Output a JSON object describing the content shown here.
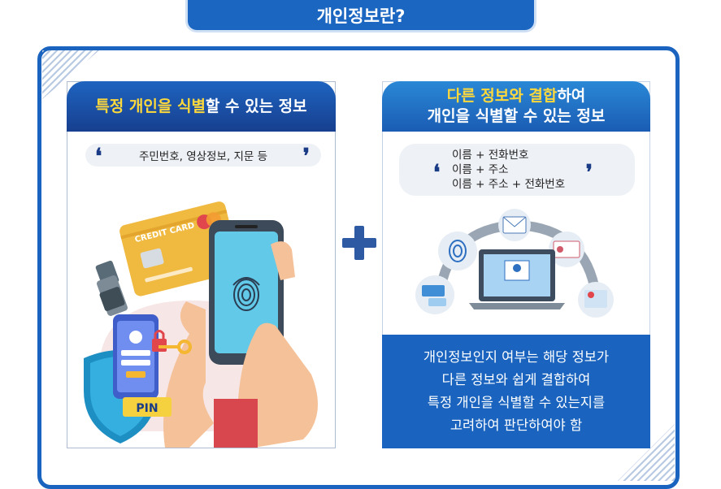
{
  "title": "개인정보란?",
  "left_panel": {
    "header_highlight": "특정 개인을 식별",
    "header_rest": "할 수 있는 정보",
    "quote": "주민번호, 영상정보, 지문 등",
    "illustration": {
      "card_text": "CREDIT CARD",
      "pin_label": "PIN"
    }
  },
  "right_panel": {
    "header_highlight": "다른 정보와 결합",
    "header_rest": "하여",
    "header_line2": "개인을 식별할 수 있는 정보",
    "quote_lines": [
      "이름 + 전화번호",
      "이름 + 주소",
      "이름 + 주소 + 전화번호"
    ],
    "info_lines": [
      "개인정보인지 여부는 해당 정보가",
      "다른 정보와 쉽게 결합하여",
      "특정 개인을 식별할 수 있는지를",
      "고려하여 판단하여야 함"
    ]
  },
  "quote_open": "❛",
  "quote_close": "❜",
  "colors": {
    "primary": "#1a64bf",
    "highlight": "#ffd93b",
    "quote_mark": "#1a3c86"
  }
}
